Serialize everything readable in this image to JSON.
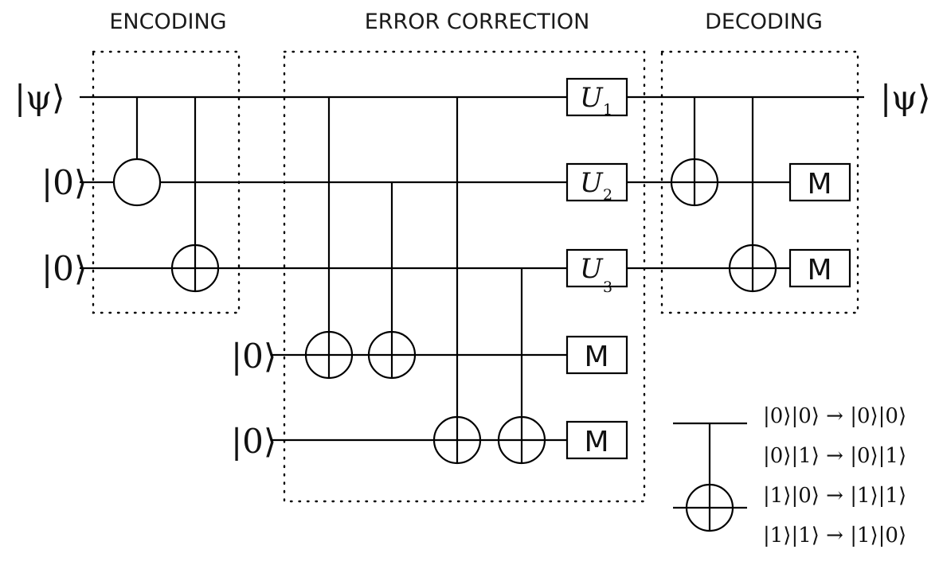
{
  "sections": {
    "encoding": "ENCODING",
    "error_correction": "ERROR CORRECTION",
    "decoding": "DECODING"
  },
  "inputs": {
    "psi_in": "|ψ⟩",
    "zero_q2": "|0⟩",
    "zero_q3": "|0⟩",
    "zero_a1": "|0⟩",
    "zero_a2": "|0⟩"
  },
  "output": {
    "psi_out": "|ψ⟩"
  },
  "gates": {
    "u1": {
      "symbol": "U",
      "sub": "1"
    },
    "u2": {
      "symbol": "U",
      "sub": "2"
    },
    "u3": {
      "symbol": "U",
      "sub": "3"
    },
    "measure": "M"
  },
  "legend": {
    "truth_table": [
      "|0⟩|0⟩ → |0⟩|0⟩",
      "|0⟩|1⟩ → |0⟩|1⟩",
      "|1⟩|0⟩ → |1⟩|1⟩",
      "|1⟩|1⟩ → |1⟩|0⟩"
    ]
  }
}
